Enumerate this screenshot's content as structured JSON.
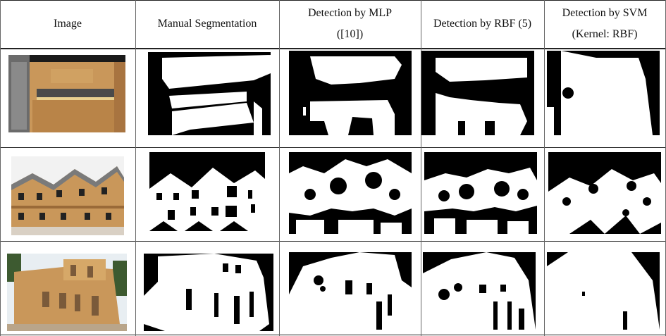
{
  "table": {
    "headers": [
      {
        "line1": "Image",
        "line2": ""
      },
      {
        "line1": "Manual Segmentation",
        "line2": ""
      },
      {
        "line1": "Detection by MLP",
        "line2": "([10])"
      },
      {
        "line1": "Detection by RBF (5)",
        "line2": ""
      },
      {
        "line1": "Detection by SVM",
        "line2": "(Kernel: RBF)"
      }
    ],
    "rows": [
      {
        "name": "row-kitchen"
      },
      {
        "name": "row-townhouses"
      },
      {
        "name": "row-house-frame"
      }
    ]
  },
  "colors": {
    "wood": "#c9975a",
    "wood_dark": "#a87440",
    "mask_black": "#000000",
    "mask_white": "#ffffff",
    "grid_line": "#222222"
  }
}
